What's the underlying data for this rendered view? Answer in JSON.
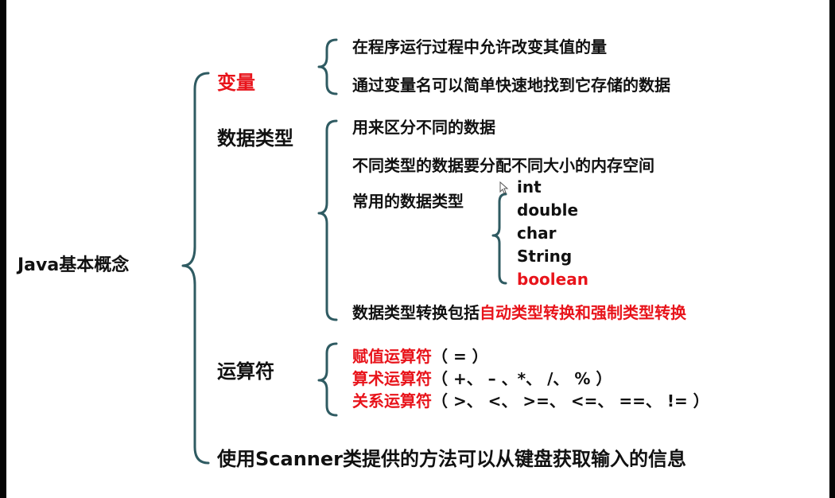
{
  "root": "Java基本概念",
  "colors": {
    "accent_red": "#e8141b",
    "bracket": "#2f5b62",
    "text": "#111111"
  },
  "sections": {
    "variable": {
      "label": "变量",
      "items": [
        "在程序运行过程中允许改变其值的量",
        "通过变量名可以简单快速地找到它存储的数据"
      ]
    },
    "datatype": {
      "label": "数据类型",
      "items": {
        "distinguish": "用来区分不同的数据",
        "memory": "不同类型的数据要分配不同大小的内存空间",
        "common_label": "常用的数据类型",
        "types": [
          "int",
          "double",
          "char",
          "String",
          "boolean"
        ],
        "conversion_prefix": "数据类型转换包括",
        "conversion_highlight": "自动类型转换和强制类型转换"
      }
    },
    "operators": {
      "label": "运算符",
      "items": [
        {
          "name": "赋值运算符",
          "symbols": "（ = ）"
        },
        {
          "name": "算术运算符",
          "symbols": "（ +、 – 、*、 /、 % ）"
        },
        {
          "name": "关系运算符",
          "symbols": "（ >、 <、 >=、 <=、  ==、 != ）"
        }
      ]
    }
  },
  "bottom_note": "使用Scanner类提供的方法可以从键盘获取输入的信息"
}
